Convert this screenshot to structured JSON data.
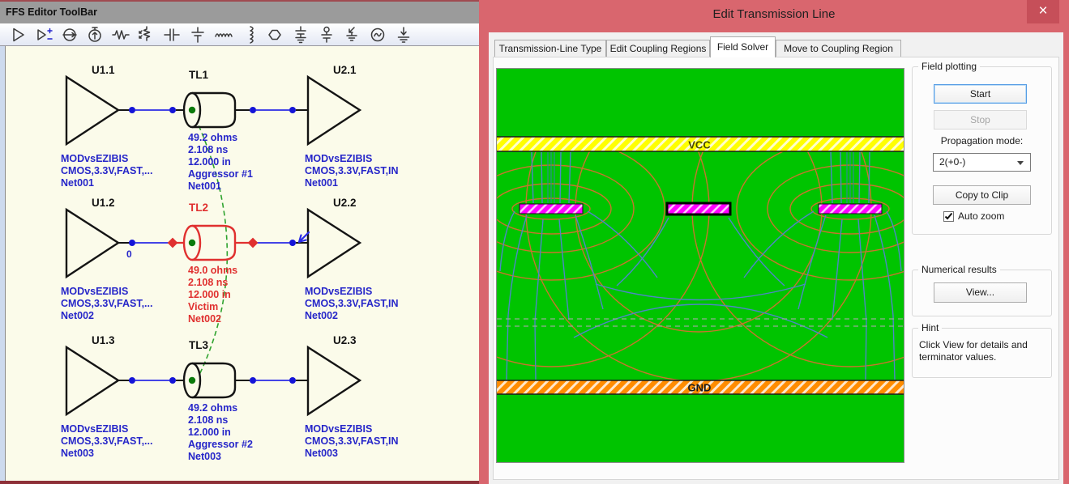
{
  "toolbar": {
    "title": "FFS Editor ToolBar",
    "icons": [
      "driver-buffer",
      "ibis-buffer",
      "current-source",
      "voltage-source",
      "resistor",
      "pullup-resistor",
      "capacitor",
      "capacitor-to-ground",
      "inductor",
      "vertical-inductor",
      "transmission-line",
      "terminator",
      "pullup-terminator",
      "diode-terminator",
      "ac-source",
      "ground"
    ]
  },
  "schematic": {
    "rows": [
      {
        "driver_label": "U1.1",
        "tl_label": "TL1",
        "receiver_label": "U2.1",
        "tl_params": [
          "49.2 ohms",
          "2.108 ns",
          "12.000 in",
          "Aggressor #1",
          "Net001"
        ],
        "driver_info": [
          "MODvsEZIBIS",
          "CMOS,3.3V,FAST,...",
          "Net001"
        ],
        "receiver_info": [
          "MODvsEZIBIS",
          "CMOS,3.3V,FAST,IN",
          "Net001"
        ],
        "highlighted": false
      },
      {
        "driver_label": "U1.2",
        "tl_label": "TL2",
        "receiver_label": "U2.2",
        "tl_params": [
          "49.0 ohms",
          "2.108 ns",
          "12.000 in",
          "Victim",
          "Net002"
        ],
        "driver_info": [
          "MODvsEZIBIS",
          "CMOS,3.3V,FAST,...",
          "Net002"
        ],
        "receiver_info": [
          "MODvsEZIBIS",
          "CMOS,3.3V,FAST,IN",
          "Net002"
        ],
        "node_label": "0",
        "highlighted": true
      },
      {
        "driver_label": "U1.3",
        "tl_label": "TL3",
        "receiver_label": "U2.3",
        "tl_params": [
          "49.2 ohms",
          "2.108 ns",
          "12.000 in",
          "Aggressor #2",
          "Net003"
        ],
        "driver_info": [
          "MODvsEZIBIS",
          "CMOS,3.3V,FAST,...",
          "Net003"
        ],
        "receiver_info": [
          "MODvsEZIBIS",
          "CMOS,3.3V,FAST,IN",
          "Net003"
        ],
        "highlighted": false
      }
    ]
  },
  "dialog": {
    "title": "Edit Transmission Line",
    "close_glyph": "×",
    "tabs": [
      "Transmission-Line Type",
      "Edit Coupling Regions",
      "Field Solver",
      "Move to Coupling Region"
    ],
    "active_tab": "Field Solver",
    "field_plotting": {
      "legend": "Field plotting",
      "start": "Start",
      "stop": "Stop",
      "propagation_label": "Propagation mode:",
      "propagation_value": "2(+0-)",
      "copy": "Copy to Clip",
      "auto_zoom": "Auto zoom",
      "auto_zoom_checked": true
    },
    "numerical": {
      "legend": "Numerical results",
      "view": "View..."
    },
    "hint": {
      "legend": "Hint",
      "lines": [
        "Click View for details and",
        "terminator values."
      ]
    },
    "plot": {
      "vcc_label": "VCC",
      "gnd_label": "GND"
    }
  },
  "colors": {
    "dialog_titlebar": "#D9666E",
    "close_button": "#C64F59",
    "plot_background": "#00C400",
    "vcc_fill": "#FFFF00",
    "gnd_fill": "#FF8C00",
    "conductor_fill": "#FF00FF",
    "equipotential_line": "#C8742E",
    "field_line": "#4E86C6",
    "selected_red": "#E0302F",
    "wire_blue": "#2A2AE6",
    "schematic_text_blue": "#2626C9",
    "canvas_background": "#FBFBEA"
  }
}
